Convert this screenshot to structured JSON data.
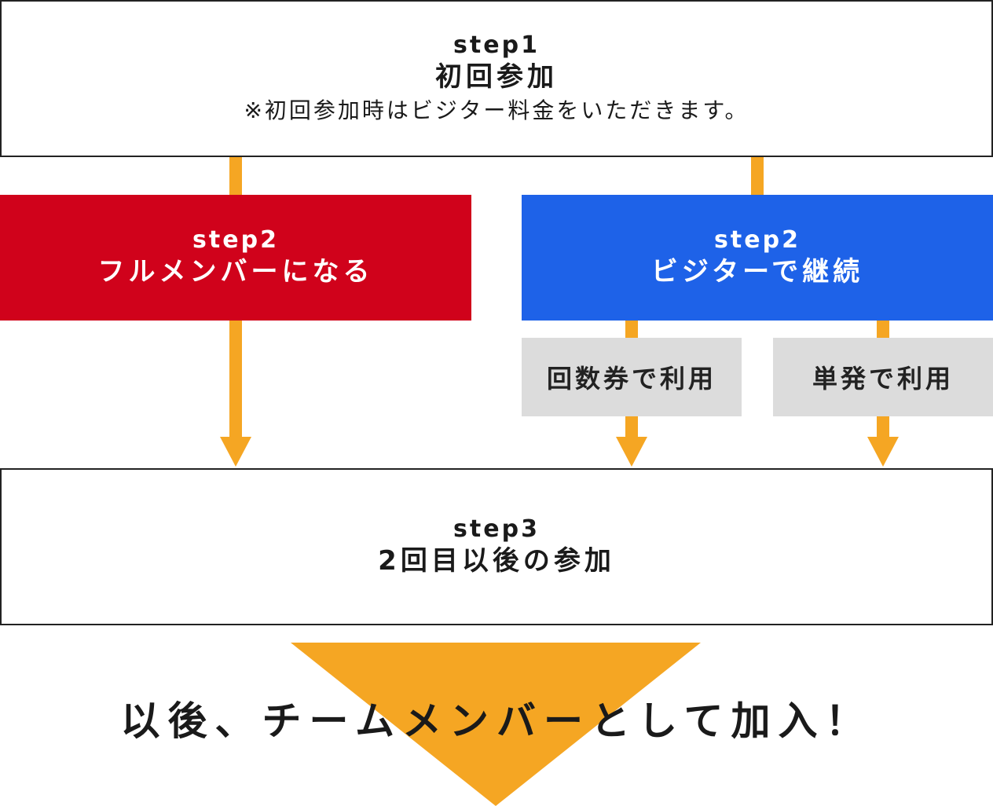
{
  "colors": {
    "arrow": "#f5a623",
    "full_member": "#d0021b",
    "visitor": "#1e62e8",
    "option": "#dcdcdc",
    "border": "#222222"
  },
  "step1": {
    "label": "step1",
    "title": "初回参加",
    "note": "※初回参加時はビジター料金をいただきます。"
  },
  "step2_full": {
    "label": "step2",
    "title": "フルメンバーになる"
  },
  "step2_visitor": {
    "label": "step2",
    "title": "ビジターで継続"
  },
  "options": {
    "ticket": "回数券で利用",
    "single": "単発で利用"
  },
  "step3": {
    "label": "step3",
    "title": "2回目以後の参加"
  },
  "final": {
    "text": "以後、チームメンバーとして加入！"
  }
}
